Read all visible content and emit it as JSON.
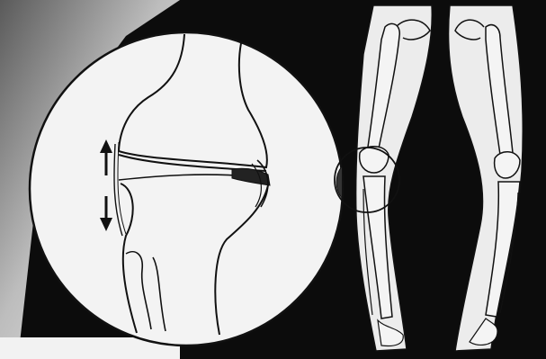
{
  "figure": {
    "colors": {
      "background_dark": "#0c0c0c",
      "paper": "#f3f3f3",
      "ink": "#111111",
      "bone_fill": "#f4f4f4",
      "leg_silhouette": "#ececec",
      "light_gray_corner": "#cfcfcf"
    },
    "panels": [
      {
        "name": "knee-joint-closeup",
        "shape": "circle",
        "arrows": 2
      },
      {
        "name": "bowed-legs-skeleton",
        "shape": "full-leg-outline"
      }
    ],
    "labels": []
  }
}
